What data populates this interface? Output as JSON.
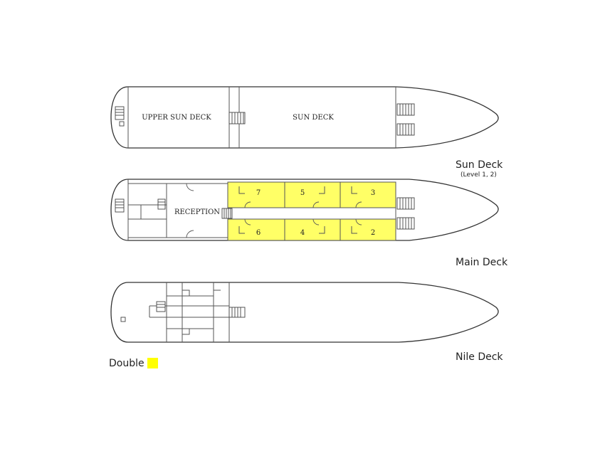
{
  "colors": {
    "double": "#ffff00",
    "double_fill": "#ffff66",
    "line": "#333333"
  },
  "decks": {
    "sun": {
      "name": "Sun Deck",
      "sub": "(Level 1, 2)",
      "labels": {
        "upper_sun_deck": "UPPER SUN DECK",
        "sun_deck": "SUN DECK"
      }
    },
    "main": {
      "name": "Main Deck",
      "labels": {
        "reception": "RECEPTION"
      },
      "cabins": [
        "7",
        "5",
        "3",
        "6",
        "4",
        "2"
      ]
    },
    "nile": {
      "name": "Nile Deck"
    }
  },
  "legend": {
    "label": "Double"
  }
}
